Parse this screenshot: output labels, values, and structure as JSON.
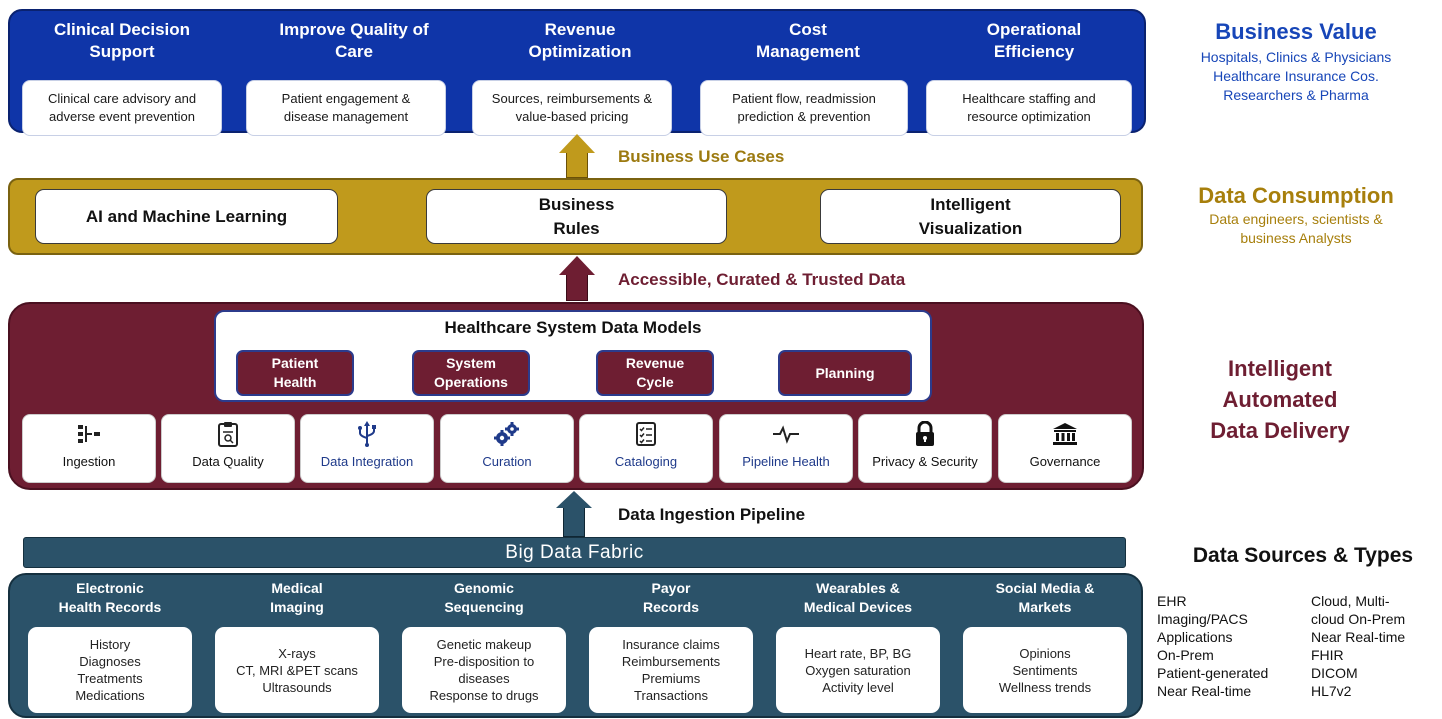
{
  "business_value": {
    "columns": [
      {
        "title_line1": "Clinical Decision",
        "title_line2": "Support",
        "desc_line1": "Clinical care advisory and",
        "desc_line2": "adverse event prevention"
      },
      {
        "title_line1": "Improve Quality of",
        "title_line2": "Care",
        "desc_line1": "Patient engagement &",
        "desc_line2": "disease management"
      },
      {
        "title_line1": "Revenue",
        "title_line2": "Optimization",
        "desc_line1": "Sources, reimbursements &",
        "desc_line2": "value-based pricing"
      },
      {
        "title_line1": "Cost",
        "title_line2": "Management",
        "desc_line1": "Patient flow, readmission",
        "desc_line2": "prediction & prevention"
      },
      {
        "title_line1": "Operational",
        "title_line2": "Efficiency",
        "desc_line1": "Healthcare staffing and",
        "desc_line2": "resource optimization"
      }
    ],
    "side_title": "Business Value",
    "side_lines": [
      "Hospitals, Clinics & Physicians",
      "Healthcare Insurance Cos.",
      "Researchers & Pharma"
    ]
  },
  "arrow_labels": {
    "business_use_cases": "Business Use Cases",
    "curated_data": "Accessible, Curated & Trusted Data",
    "ingestion_pipeline": "Data Ingestion Pipeline"
  },
  "data_consumption": {
    "boxes": [
      {
        "line1": "AI and Machine Learning",
        "line2": ""
      },
      {
        "line1": "Business",
        "line2": "Rules"
      },
      {
        "line1": "Intelligent",
        "line2": "Visualization"
      }
    ],
    "side_title": "Data Consumption",
    "side_lines": [
      "Data engineers, scientists &",
      "business Analysts"
    ]
  },
  "delivery": {
    "models_title": "Healthcare System Data Models",
    "models": [
      {
        "line1": "Patient",
        "line2": "Health"
      },
      {
        "line1": "System",
        "line2": "Operations"
      },
      {
        "line1": "Revenue",
        "line2": "Cycle"
      },
      {
        "line1": "Planning",
        "line2": ""
      }
    ],
    "capabilities": [
      {
        "label": "Ingestion",
        "icon": "ingestion-icon"
      },
      {
        "label": "Data Quality",
        "icon": "clipboard-icon"
      },
      {
        "label": "Data Integration",
        "icon": "usb-icon"
      },
      {
        "label": "Curation",
        "icon": "gears-icon"
      },
      {
        "label": "Cataloging",
        "icon": "checklist-icon"
      },
      {
        "label": "Pipeline Health",
        "icon": "pulse-icon"
      },
      {
        "label": "Privacy & Security",
        "icon": "lock-icon"
      },
      {
        "label": "Governance",
        "icon": "bank-icon"
      }
    ],
    "side_lines": [
      "Intelligent",
      "Automated",
      "Data Delivery"
    ]
  },
  "fabric": {
    "label": "Big Data Fabric"
  },
  "sources": {
    "columns": [
      {
        "title_line1": "Electronic",
        "title_line2": "Health Records",
        "items": [
          "History",
          "Diagnoses",
          "Treatments",
          "Medications"
        ]
      },
      {
        "title_line1": "Medical",
        "title_line2": "Imaging",
        "items": [
          "X-rays",
          "CT, MRI &PET scans",
          "Ultrasounds"
        ]
      },
      {
        "title_line1": "Genomic",
        "title_line2": "Sequencing",
        "items": [
          "Genetic makeup",
          "Pre-disposition to",
          "diseases",
          "Response to drugs"
        ]
      },
      {
        "title_line1": "Payor",
        "title_line2": "Records",
        "items": [
          "Insurance claims",
          "Reimbursements",
          "Premiums",
          "Transactions"
        ]
      },
      {
        "title_line1": "Wearables &",
        "title_line2": "Medical Devices",
        "items": [
          "Heart rate, BP, BG",
          "Oxygen saturation",
          "Activity level"
        ]
      },
      {
        "title_line1": "Social Media &",
        "title_line2": "Markets",
        "items": [
          "Opinions",
          "Sentiments",
          "Wellness trends"
        ]
      }
    ],
    "side_title": "Data Sources & Types",
    "types_left": [
      "EHR",
      "Imaging/PACS",
      "Applications",
      "On-Prem",
      "Patient-generated",
      "Near Real-time"
    ],
    "types_right": [
      "Cloud, Multi-",
      "cloud On-Prem",
      "Near Real-time",
      "FHIR",
      "DICOM",
      "HL7v2"
    ]
  },
  "colors": {
    "business_value": "#0f35a8",
    "consumption": "#c09a1c",
    "delivery": "#6e1e32",
    "sources": "#2b5269"
  }
}
